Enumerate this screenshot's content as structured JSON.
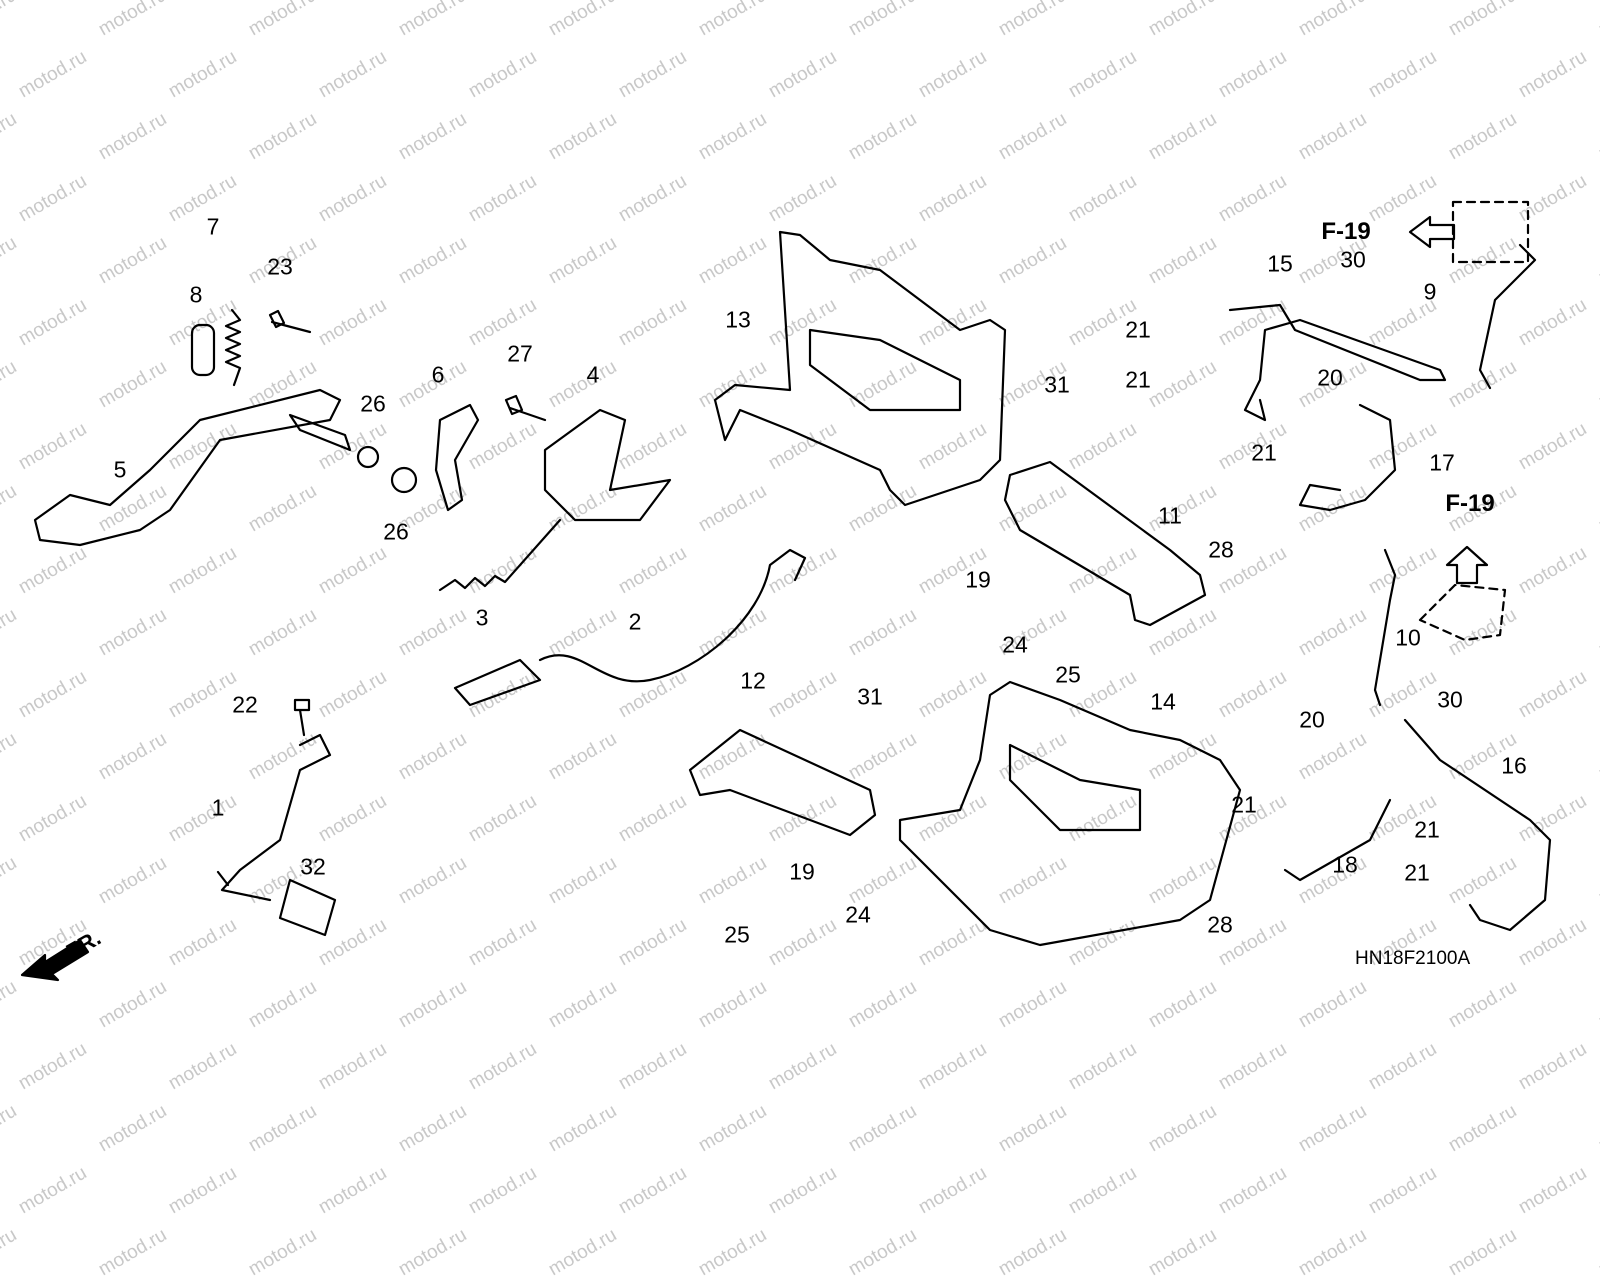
{
  "watermark": "motod.ru",
  "diagram_code": "HN18F2100A",
  "front_indicator": "FR.",
  "reference_labels": [
    "F-19",
    "F-19"
  ],
  "callouts": [
    {
      "id": "7",
      "text": "7"
    },
    {
      "id": "8",
      "text": "8"
    },
    {
      "id": "23",
      "text": "23"
    },
    {
      "id": "26a",
      "text": "26"
    },
    {
      "id": "26b",
      "text": "26"
    },
    {
      "id": "6",
      "text": "6"
    },
    {
      "id": "27",
      "text": "27"
    },
    {
      "id": "4",
      "text": "4"
    },
    {
      "id": "5",
      "text": "5"
    },
    {
      "id": "3",
      "text": "3"
    },
    {
      "id": "2",
      "text": "2"
    },
    {
      "id": "13",
      "text": "13"
    },
    {
      "id": "22",
      "text": "22"
    },
    {
      "id": "1",
      "text": "1"
    },
    {
      "id": "32",
      "text": "32"
    },
    {
      "id": "12",
      "text": "12"
    },
    {
      "id": "31a",
      "text": "31"
    },
    {
      "id": "19a",
      "text": "19"
    },
    {
      "id": "25a",
      "text": "25"
    },
    {
      "id": "24a",
      "text": "24"
    },
    {
      "id": "14",
      "text": "14"
    },
    {
      "id": "31b",
      "text": "31"
    },
    {
      "id": "11",
      "text": "11"
    },
    {
      "id": "19b",
      "text": "19"
    },
    {
      "id": "24b",
      "text": "24"
    },
    {
      "id": "25b",
      "text": "25"
    },
    {
      "id": "15",
      "text": "15"
    },
    {
      "id": "30a",
      "text": "30"
    },
    {
      "id": "9",
      "text": "9"
    },
    {
      "id": "21a",
      "text": "21"
    },
    {
      "id": "21b",
      "text": "21"
    },
    {
      "id": "20a",
      "text": "20"
    },
    {
      "id": "21c",
      "text": "21"
    },
    {
      "id": "17",
      "text": "17"
    },
    {
      "id": "28a",
      "text": "28"
    },
    {
      "id": "10",
      "text": "10"
    },
    {
      "id": "30b",
      "text": "30"
    },
    {
      "id": "20b",
      "text": "20"
    },
    {
      "id": "16",
      "text": "16"
    },
    {
      "id": "21d",
      "text": "21"
    },
    {
      "id": "18",
      "text": "18"
    },
    {
      "id": "21e",
      "text": "21"
    },
    {
      "id": "21f",
      "text": "21"
    },
    {
      "id": "28b",
      "text": "28"
    }
  ]
}
